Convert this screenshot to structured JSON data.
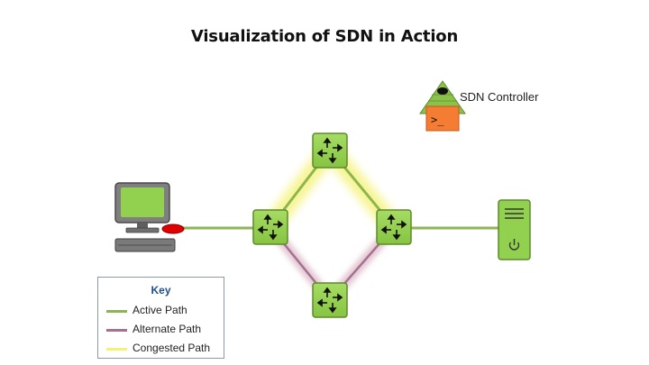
{
  "title": "Visualization of SDN in Action",
  "controller": {
    "label": "SDN Controller",
    "prompt": ">_"
  },
  "key": {
    "title": "Key",
    "items": [
      {
        "label": "Active Path",
        "color": "#8db556"
      },
      {
        "label": "Alternate Path",
        "color": "#a6708f"
      },
      {
        "label": "Congested Path",
        "color": "#f4f27a"
      }
    ]
  },
  "colors": {
    "switch_fill": "#92d050",
    "active_path": "#8db556",
    "congested_glow": "#f6f48a",
    "alternate_glow": "#dcc0cc",
    "controller_orange": "#f47c33",
    "controller_green": "#8bc34a"
  }
}
